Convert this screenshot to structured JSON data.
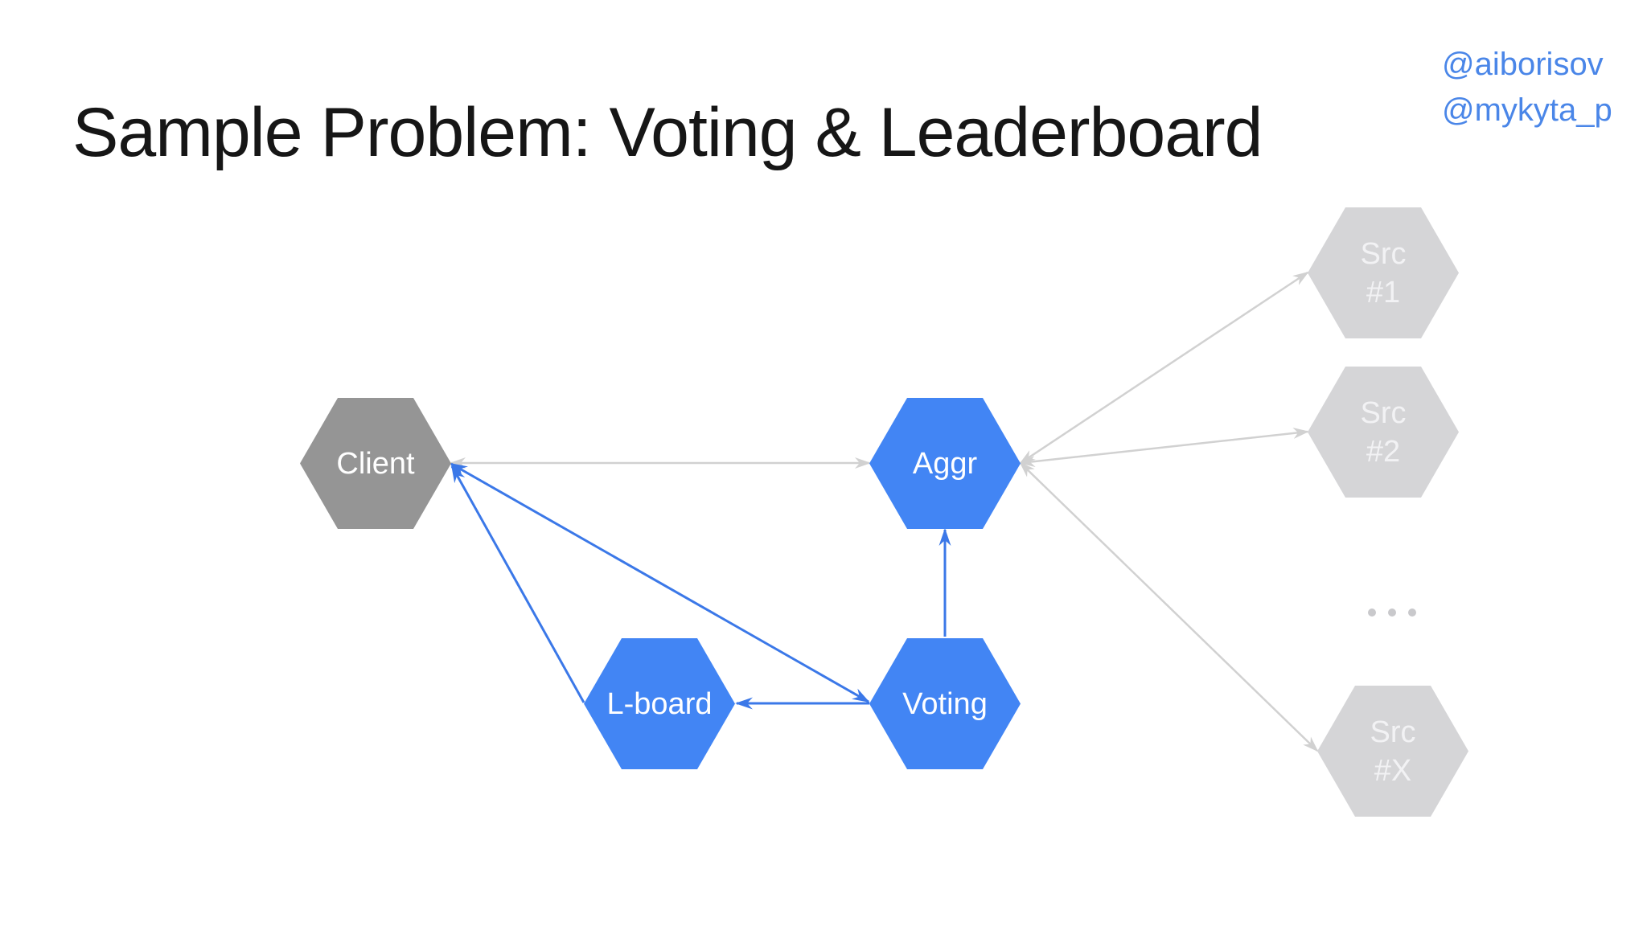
{
  "slide": {
    "title": "Sample Problem: Voting & Leaderboard",
    "authors": [
      "@aiborisov",
      "@mykyta_p"
    ]
  },
  "colors": {
    "node_blue": "#4285f4",
    "node_gray": "#959595",
    "node_light_gray": "#d5d5d7",
    "edge_blue": "#3b78e8",
    "edge_gray": "#d1d1d1",
    "handle_blue": "#4a86e8",
    "title_text": "#161616"
  },
  "diagram": {
    "nodes": [
      {
        "id": "client",
        "label": "Client",
        "sublabel": "",
        "style": "gray"
      },
      {
        "id": "aggr",
        "label": "Aggr",
        "sublabel": "",
        "style": "blue"
      },
      {
        "id": "lboard",
        "label": "L-board",
        "sublabel": "",
        "style": "blue"
      },
      {
        "id": "voting",
        "label": "Voting",
        "sublabel": "",
        "style": "blue"
      },
      {
        "id": "src1",
        "label": "Src",
        "sublabel": "#1",
        "style": "light"
      },
      {
        "id": "src2",
        "label": "Src",
        "sublabel": "#2",
        "style": "light"
      },
      {
        "id": "srcx",
        "label": "Src",
        "sublabel": "#X",
        "style": "light"
      }
    ],
    "more_sources_indicator": "...",
    "edges": [
      {
        "from": "client",
        "to": "aggr",
        "color": "gray",
        "arrowheads": "both"
      },
      {
        "from": "aggr",
        "to": "src1",
        "color": "gray",
        "arrowheads": "both"
      },
      {
        "from": "aggr",
        "to": "src2",
        "color": "gray",
        "arrowheads": "both"
      },
      {
        "from": "aggr",
        "to": "srcx",
        "color": "gray",
        "arrowheads": "both"
      },
      {
        "from": "voting",
        "to": "aggr",
        "color": "blue",
        "arrowheads": "end"
      },
      {
        "from": "voting",
        "to": "lboard",
        "color": "blue",
        "arrowheads": "end"
      },
      {
        "from": "client",
        "to": "voting",
        "color": "blue",
        "arrowheads": "both"
      },
      {
        "from": "lboard",
        "to": "client",
        "color": "blue",
        "arrowheads": "end"
      }
    ]
  }
}
